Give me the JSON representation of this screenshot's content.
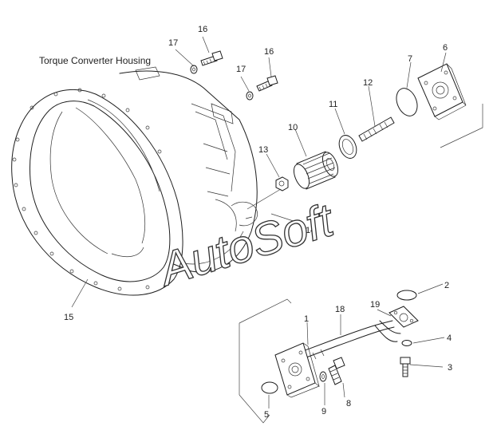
{
  "caption": "Torque Converter Housing",
  "watermark": "AutoSoft",
  "callouts": [
    "1",
    "2",
    "3",
    "4",
    "5",
    "6",
    "7",
    "8",
    "9",
    "10",
    "11",
    "12",
    "13",
    "14",
    "15",
    "16",
    "16",
    "17",
    "17",
    "18",
    "19"
  ]
}
